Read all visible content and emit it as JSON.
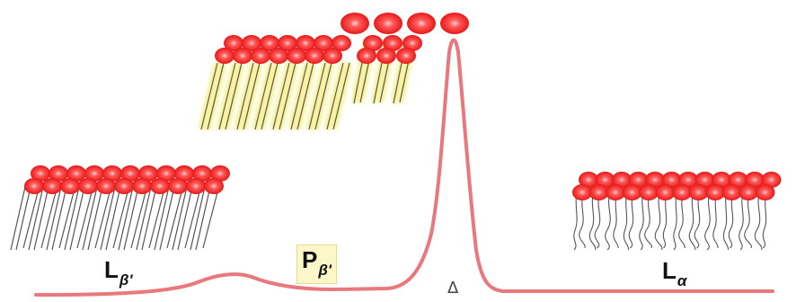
{
  "phases": [
    {
      "id": "lbeta",
      "main": "L",
      "sub": "β'"
    },
    {
      "id": "pbeta",
      "main": "P",
      "sub": "β'"
    },
    {
      "id": "lalpha",
      "main": "L",
      "sub": "α"
    }
  ],
  "axis": {
    "symbol": "Δ"
  },
  "colors": {
    "curve": "#e8787c",
    "headgroup": "#f02020",
    "headgroup_highlight": "#ffd0d0",
    "tail": "#555555",
    "tail_glow": "#f5ef8a",
    "label_box": "#fbf7c8"
  },
  "icons": {
    "lbeta": "gel-phase-tilted-bilayer",
    "pbeta": "ripple-phase-bilayer",
    "lalpha": "fluid-phase-disordered-bilayer"
  }
}
